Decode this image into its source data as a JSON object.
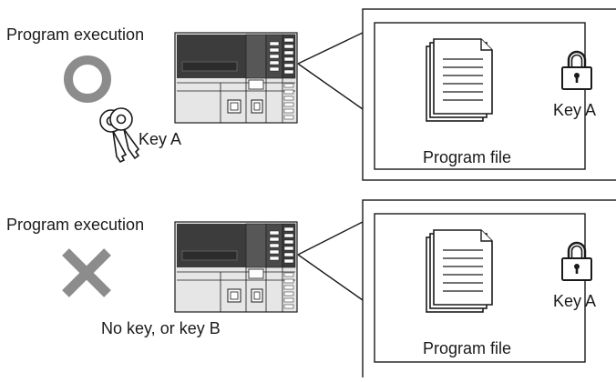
{
  "colors": {
    "ok_mark": "#8c8c8c",
    "ng_mark": "#8c8c8c",
    "plc_dark": "#3c3c3c",
    "plc_mid": "#575757",
    "plc_light": "#e6e6e6",
    "stroke": "#1a1a1a"
  },
  "scenarios": [
    {
      "title": "Program execution",
      "result_icon": "circle-ok-icon",
      "key_icon": "keys-icon",
      "key_label": "Key A",
      "file_label": "Program file",
      "lock_label": "Key A"
    },
    {
      "title": "Program execution",
      "result_icon": "cross-ng-icon",
      "key_label": "No key, or key B",
      "file_label": "Program file",
      "lock_label": "Key A"
    }
  ]
}
